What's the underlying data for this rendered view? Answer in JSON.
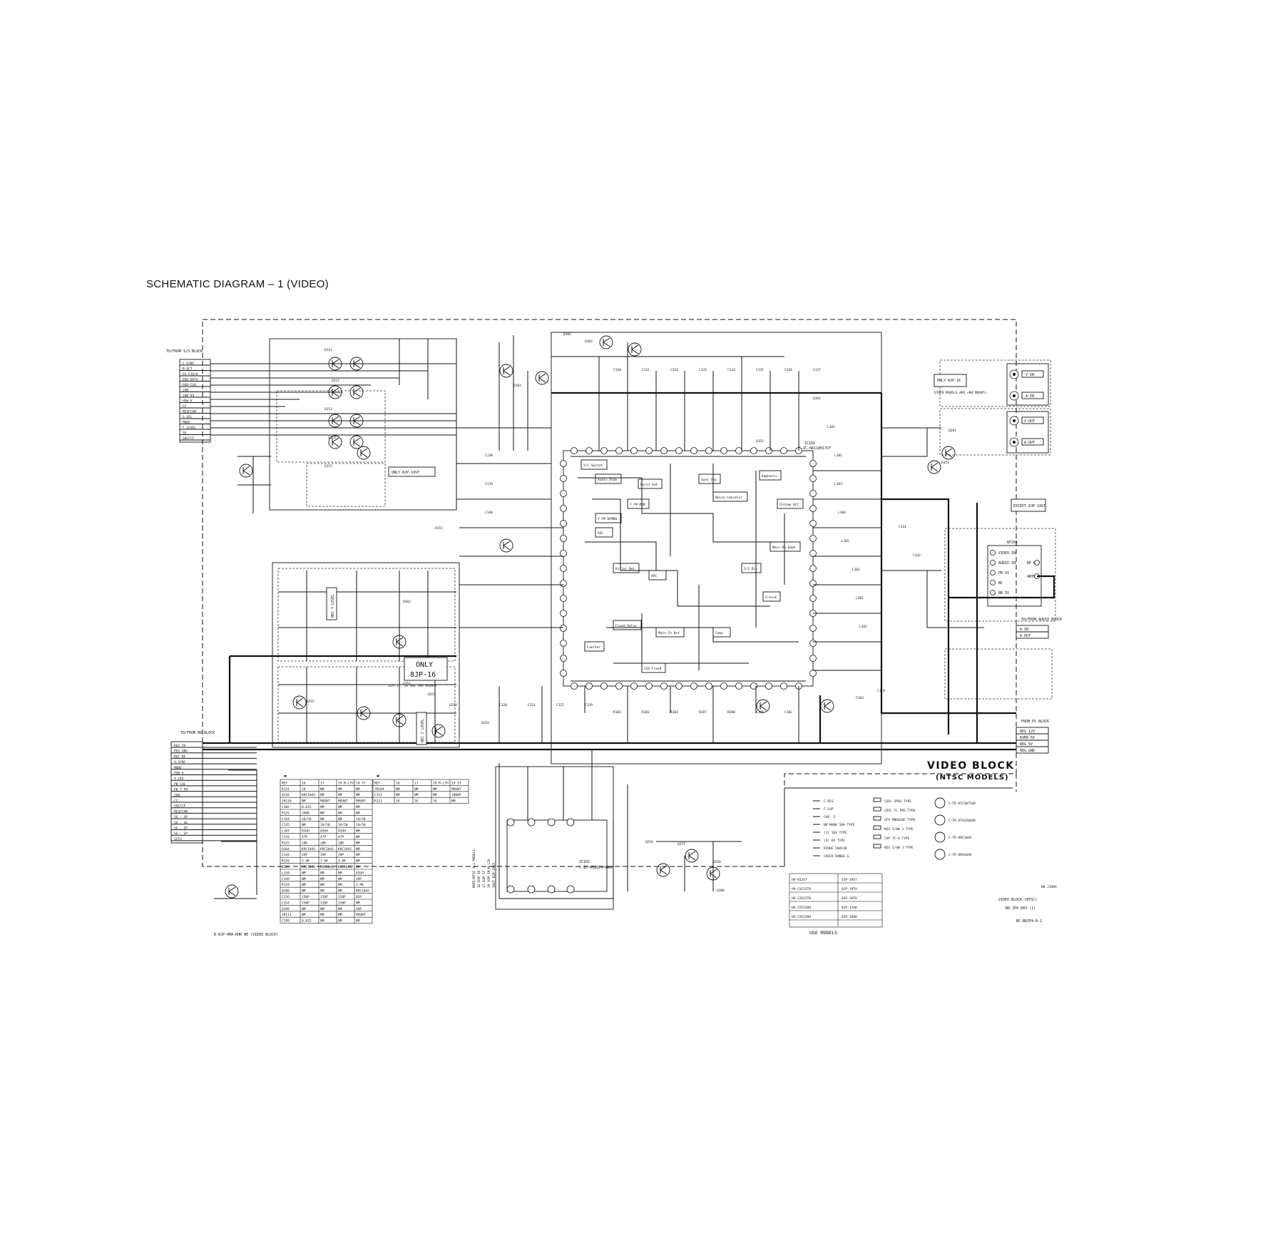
{
  "page_title": "SCHEMATIC  DIAGRAM – 1 (VIDEO)",
  "block_title": "VIDEO BLOCK",
  "block_subtitle": "(NTSC MODELS)",
  "connectors": {
    "ss_block": {
      "title": "TO/FROM S/S BLOCK",
      "signals": [
        "C-SYNC",
        "B-OCT",
        "EG FIELD",
        "OSD-DATA",
        "OSD-CLK",
        "JOB",
        "JOB V4",
        "HSW-V",
        "CC",
        "RESECAN",
        "S-SEL",
        "MODE",
        "F LEVEL",
        "SP",
        "SOLFCF"
      ]
    },
    "ma_block": {
      "title": "TO/FROM MA BLOCK",
      "signals": [
        "REG 5V",
        "REG GND",
        "REC RF",
        "H-SYNC",
        "MODE",
        "HSW V",
        "V LEV",
        "PB COL",
        "PB Y FM",
        "JOB",
        "CC",
        "SOLFCF",
        "RESECAN",
        "SG - SP",
        "SG - SG",
        "SG - SP",
        "SG - SP",
        "SCFS"
      ]
    },
    "audio_block": {
      "title": "TO/FROM AUDIO BLOCK",
      "signals": [
        "A IN",
        "A OUT"
      ]
    },
    "ps_block": {
      "title": "FROM PS BLOCK",
      "signals": [
        "REG 12V",
        "EVER 5V",
        "REG 5V",
        "REG GND"
      ]
    }
  },
  "jacks": {
    "video_in": {
      "label": "V-IN",
      "aux": "A-IN"
    },
    "video_out": {
      "label": "V-OUT",
      "aux": "A-OUT"
    },
    "rf": {
      "ref": "RF201",
      "pins": [
        "VIDEO IN",
        "AUDIO IN",
        "PB 5V",
        "NC",
        "BB 5V"
      ],
      "outs": [
        "RF OUT",
        "ANTNL"
      ]
    }
  },
  "notes": {
    "only_bjp_19st": "ONLY 8JP-19ST",
    "only_bjp_16_box": "ONLY",
    "only_bjp_16_sub": "8JP-16",
    "only_bjp_16_note": "8JP-17, 19 ARE <NO MOUNT>.",
    "except_bjp": "EXCEPT 8JP-19ST",
    "only_bjp_16_top": "ONLY 8JP-16",
    "other_models": "OTHER MODELS ARE <NO MOUNT>."
  },
  "ic": {
    "main_ref": "IC101",
    "main_part": "C-IC-HA118017CF",
    "sub_ref": "IC102",
    "sub_part": "C-IC-M52024-RAAF",
    "blocks": [
      "Y/C Switch",
      "Audio Stab",
      "Burst Det",
      "Y FM MOD",
      "Y FM DEMOD",
      "AGC",
      "Sync Sep",
      "Noise Canceler",
      "Emphasis",
      "Chroma ACC",
      "Killer Det",
      "APC",
      "1/2 Div",
      "Comp",
      "CCD Fixed",
      "Limiter",
      "Fixed Delay",
      "Main Ch Det",
      "Crossk",
      "Main De-Emph"
    ]
  },
  "table1": {
    "headers": [
      "REF",
      "16",
      "17",
      "19 M-LTH",
      "19 ST"
    ],
    "rows": [
      [
        "R131",
        "1K",
        "NM",
        "NM",
        "NM"
      ],
      [
        "Q116",
        "KRC104S",
        "NM",
        "NM",
        "NM"
      ],
      [
        "JR110",
        "NM",
        "MOUNT",
        "MOUNT",
        "MOUNT"
      ],
      [
        "C102",
        "0.022",
        "NM",
        "NM",
        "NM"
      ],
      [
        "R125",
        "390K",
        "NM",
        "NM",
        "NM"
      ],
      [
        "C154",
        "10/50",
        "NM",
        "NM",
        "10/50"
      ],
      [
        "C135",
        "NM",
        "10/50",
        "10/50",
        "10/50"
      ],
      [
        "L107",
        "82UH",
        "82UH",
        "82UH",
        "NM"
      ],
      [
        "C143",
        "47P",
        "47P",
        "47P",
        "NM"
      ],
      [
        "R115",
        "10K",
        "10K",
        "10K",
        "NM"
      ],
      [
        "Q104",
        "KRC104S",
        "KRC104S",
        "KRC104S",
        "NM"
      ],
      [
        "C144",
        "39P",
        "39P",
        "39P",
        "NM"
      ],
      [
        "R116",
        "3.9K",
        "3.9K",
        "3.9K",
        "NM"
      ],
      [
        "Q105",
        "KRC104S",
        "KRC104S",
        "KRC104S",
        "NM"
      ],
      [
        "L158",
        "NM",
        "NM",
        "NM",
        "82UH"
      ],
      [
        "C149",
        "NM",
        "NM",
        "NM",
        "39P"
      ],
      [
        "R119",
        "NM",
        "NM",
        "NM",
        "3.9K"
      ],
      [
        "Q108",
        "NM",
        "NM",
        "NM",
        "KRC104S"
      ],
      [
        "C156",
        "150P",
        "150P",
        "150P",
        "82P"
      ],
      [
        "C154",
        "150P",
        "150P",
        "150P",
        "NM"
      ],
      [
        "Q109",
        "NM",
        "NM",
        "NM",
        "68P"
      ],
      [
        "JR111",
        "NM",
        "NM",
        "NM",
        "MOUNT"
      ],
      [
        "C199",
        "0.022",
        "NM",
        "NM",
        "NM"
      ]
    ]
  },
  "table2": {
    "headers": [
      "REF",
      "16",
      "17",
      "19 M-LTH",
      "19 ST"
    ],
    "rows": [
      [
        "JR104",
        "NM",
        "NM",
        "NM",
        "MOUNT"
      ],
      [
        "C151",
        "NM",
        "NM",
        "NM",
        "1000P"
      ],
      [
        "R121",
        "1K",
        "1K",
        "1K",
        "NM"
      ]
    ]
  },
  "model_note": {
    "lines": [
      "NOTE(NTSC ALL MODELS",
      "16 8JP-16",
      "17 8JP-17",
      "19 8JP-19 M-LTH",
      "19ST 8JP-19ST"
    ]
  },
  "legend": {
    "items_left": [
      "C-PES",
      "C-CAP",
      "CAP. E",
      "NO MARK 50V TYPE",
      "(1) 16V TYPE",
      "(2) 6V TYPE",
      "DIODE 1N4148",
      "CHECK RANGE.S"
    ],
    "items_mid": [
      "COIL SP02 TYPE",
      "COIL FL PRS TYPE",
      "GFA RN6620C TYPE",
      "RES 1/8W J TYPE",
      "CAP TC-U TYPE",
      "RES 1/4W J TYPE"
    ],
    "items_right": [
      "C-TR KTC3875GR",
      "C-TR KTA1504GR",
      "C-TR KRC104S",
      "C-TR KRA104S"
    ]
  },
  "models": {
    "rows": [
      [
        "HV-N13ST",
        "8JP-19ST"
      ],
      [
        "HV-CX21STH",
        "8JP-19TH"
      ],
      [
        "HV-CX515TH",
        "8JP-16TH"
      ],
      [
        "HV-CX51SHH",
        "8JP-17HH"
      ],
      [
        "HV-CX515HH",
        "8JP-16HH"
      ]
    ],
    "footer": "USE MODELS"
  },
  "titleblock": {
    "initials": "NK JIANG",
    "line1": "VIDEO BLOCK (NTSC)",
    "line2": "B8 JP4 603 (1)",
    "code": "BC-B8JP4-B-1"
  },
  "bottom_note": "B-8JP-4MA-RHR NE (VIDEO BLOCK)",
  "level_labels": [
    "REC Y LEVEL",
    "REC C LEVEL"
  ],
  "part_labels": [
    "Q111",
    "Q112",
    "Q113",
    "Q114",
    "Q115",
    "Q101",
    "Q102",
    "Q103",
    "Q151",
    "Q152",
    "Q153",
    "Q201",
    "Q202",
    "Q251",
    "Q252",
    "Q253",
    "Q254",
    "Q255",
    "Q256",
    "Q257",
    "Q158",
    "Q160",
    "Q161",
    "L101",
    "L102",
    "L103",
    "L104",
    "L105",
    "L201",
    "L202",
    "L203",
    "R101",
    "R102",
    "R103",
    "R207",
    "R208",
    "C101",
    "C102",
    "C103",
    "C119",
    "C120",
    "C121",
    "C127",
    "C129",
    "C130",
    "C131",
    "C132",
    "C133",
    "C134",
    "C135",
    "C136",
    "C137",
    "C138",
    "C139",
    "C140",
    "C141",
    "C142"
  ],
  "colors": {
    "ink": "#111111",
    "paper": "#ffffff"
  }
}
